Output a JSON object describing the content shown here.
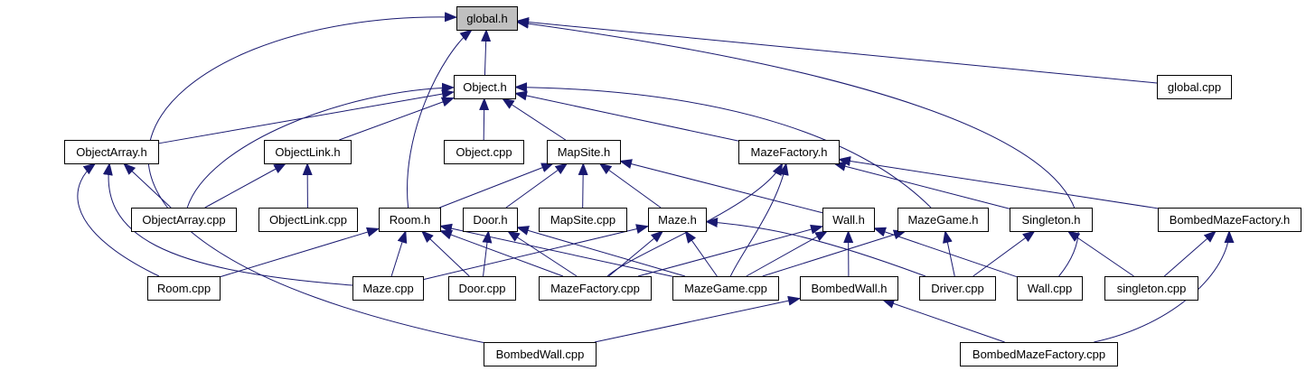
{
  "colors": {
    "edge": "#191970",
    "node_fill": "#ffffff",
    "root_fill": "#c0c0c0",
    "node_border": "#000000"
  },
  "nodes": [
    {
      "id": "global_h",
      "label": "global.h",
      "root": true
    },
    {
      "id": "object_h",
      "label": "Object.h"
    },
    {
      "id": "global_cpp",
      "label": "global.cpp"
    },
    {
      "id": "objectarray_h",
      "label": "ObjectArray.h"
    },
    {
      "id": "objectlink_h",
      "label": "ObjectLink.h"
    },
    {
      "id": "object_cpp",
      "label": "Object.cpp"
    },
    {
      "id": "mapsite_h",
      "label": "MapSite.h"
    },
    {
      "id": "mazefactory_h",
      "label": "MazeFactory.h"
    },
    {
      "id": "objectarray_cpp",
      "label": "ObjectArray.cpp"
    },
    {
      "id": "objectlink_cpp",
      "label": "ObjectLink.cpp"
    },
    {
      "id": "room_h",
      "label": "Room.h"
    },
    {
      "id": "door_h",
      "label": "Door.h"
    },
    {
      "id": "mapsite_cpp",
      "label": "MapSite.cpp"
    },
    {
      "id": "maze_h",
      "label": "Maze.h"
    },
    {
      "id": "wall_h",
      "label": "Wall.h"
    },
    {
      "id": "mazegame_h",
      "label": "MazeGame.h"
    },
    {
      "id": "singleton_h",
      "label": "Singleton.h"
    },
    {
      "id": "bombedmazefactory_h",
      "label": "BombedMazeFactory.h"
    },
    {
      "id": "room_cpp",
      "label": "Room.cpp"
    },
    {
      "id": "maze_cpp",
      "label": "Maze.cpp"
    },
    {
      "id": "door_cpp",
      "label": "Door.cpp"
    },
    {
      "id": "mazefactory_cpp",
      "label": "MazeFactory.cpp"
    },
    {
      "id": "mazegame_cpp",
      "label": "MazeGame.cpp"
    },
    {
      "id": "bombedwall_h",
      "label": "BombedWall.h"
    },
    {
      "id": "driver_cpp",
      "label": "Driver.cpp"
    },
    {
      "id": "wall_cpp",
      "label": "Wall.cpp"
    },
    {
      "id": "singleton_cpp",
      "label": "singleton.cpp"
    },
    {
      "id": "bombedwall_cpp",
      "label": "BombedWall.cpp"
    },
    {
      "id": "bombedmazefactory_cpp",
      "label": "BombedMazeFactory.cpp"
    }
  ],
  "edges": [
    {
      "from": "object_h",
      "to": "global_h"
    },
    {
      "from": "global_cpp",
      "to": "global_h"
    },
    {
      "from": "room_h",
      "to": "global_h"
    },
    {
      "from": "wall_cpp",
      "to": "global_h"
    },
    {
      "from": "bombedwall_cpp",
      "to": "global_h"
    },
    {
      "from": "objectarray_h",
      "to": "object_h"
    },
    {
      "from": "objectlink_h",
      "to": "object_h"
    },
    {
      "from": "object_cpp",
      "to": "object_h"
    },
    {
      "from": "mapsite_h",
      "to": "object_h"
    },
    {
      "from": "mazefactory_h",
      "to": "object_h"
    },
    {
      "from": "objectarray_cpp",
      "to": "object_h"
    },
    {
      "from": "mazegame_h",
      "to": "object_h"
    },
    {
      "from": "objectarray_cpp",
      "to": "objectarray_h"
    },
    {
      "from": "room_cpp",
      "to": "objectarray_h"
    },
    {
      "from": "maze_cpp",
      "to": "objectarray_h"
    },
    {
      "from": "objectarray_cpp",
      "to": "objectlink_h"
    },
    {
      "from": "objectlink_cpp",
      "to": "objectlink_h"
    },
    {
      "from": "room_h",
      "to": "mapsite_h"
    },
    {
      "from": "door_h",
      "to": "mapsite_h"
    },
    {
      "from": "mapsite_cpp",
      "to": "mapsite_h"
    },
    {
      "from": "maze_h",
      "to": "mapsite_h"
    },
    {
      "from": "wall_h",
      "to": "mapsite_h"
    },
    {
      "from": "mazefactory_cpp",
      "to": "mazefactory_h"
    },
    {
      "from": "mazegame_cpp",
      "to": "mazefactory_h"
    },
    {
      "from": "singleton_h",
      "to": "mazefactory_h"
    },
    {
      "from": "bombedmazefactory_h",
      "to": "mazefactory_h"
    },
    {
      "from": "room_cpp",
      "to": "room_h"
    },
    {
      "from": "maze_cpp",
      "to": "room_h"
    },
    {
      "from": "door_cpp",
      "to": "room_h"
    },
    {
      "from": "mazefactory_cpp",
      "to": "room_h"
    },
    {
      "from": "mazegame_cpp",
      "to": "room_h"
    },
    {
      "from": "door_cpp",
      "to": "door_h"
    },
    {
      "from": "mazefactory_cpp",
      "to": "door_h"
    },
    {
      "from": "mazegame_cpp",
      "to": "door_h"
    },
    {
      "from": "maze_cpp",
      "to": "maze_h"
    },
    {
      "from": "mazefactory_cpp",
      "to": "maze_h"
    },
    {
      "from": "mazegame_cpp",
      "to": "maze_h"
    },
    {
      "from": "driver_cpp",
      "to": "maze_h"
    },
    {
      "from": "mazefactory_cpp",
      "to": "wall_h"
    },
    {
      "from": "mazegame_cpp",
      "to": "wall_h"
    },
    {
      "from": "bombedwall_h",
      "to": "wall_h"
    },
    {
      "from": "wall_cpp",
      "to": "wall_h"
    },
    {
      "from": "mazegame_cpp",
      "to": "mazegame_h"
    },
    {
      "from": "driver_cpp",
      "to": "mazegame_h"
    },
    {
      "from": "driver_cpp",
      "to": "singleton_h"
    },
    {
      "from": "singleton_cpp",
      "to": "singleton_h"
    },
    {
      "from": "singleton_cpp",
      "to": "bombedmazefactory_h"
    },
    {
      "from": "bombedmazefactory_cpp",
      "to": "bombedmazefactory_h"
    },
    {
      "from": "bombedwall_cpp",
      "to": "bombedwall_h"
    },
    {
      "from": "bombedmazefactory_cpp",
      "to": "bombedwall_h"
    }
  ]
}
